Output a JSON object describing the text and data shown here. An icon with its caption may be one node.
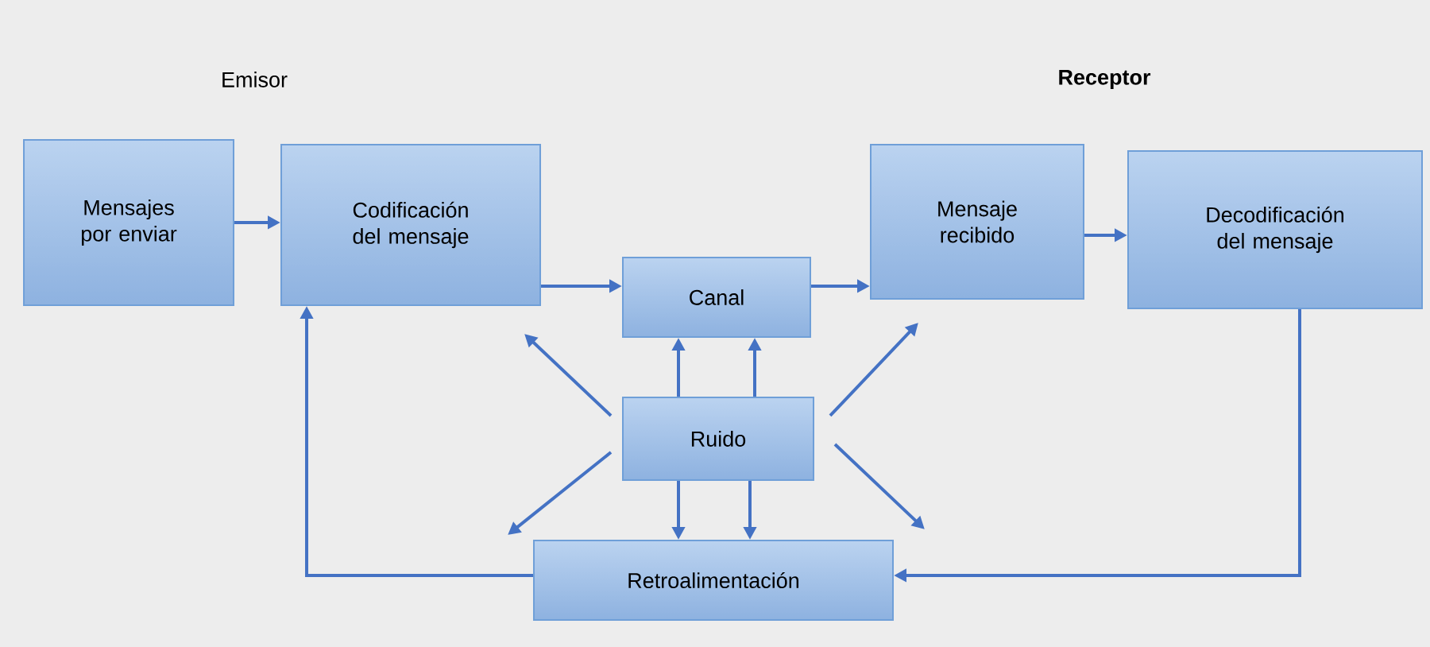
{
  "diagram": {
    "nodes": [
      {
        "text": [
          "Mensajes por enviar"
        ]
      },
      {
        "text": [
          "Codificación del mensaje"
        ]
      },
      {
        "text": [
          "Canal"
        ]
      },
      {
        "text": [
          "Mensaje recibido"
        ]
      },
      {
        "text": [
          "Decodificación del mensaje"
        ]
      },
      {
        "text": [
          "Ruido"
        ]
      },
      {
        "text": [
          "Retroalimentación"
        ]
      }
    ],
    "edges": [
      {
        "from": 0,
        "to": 1,
        "arrow": "to"
      },
      {
        "from": 1,
        "to": 2,
        "arrow": "to"
      },
      {
        "from": 2,
        "to": 3,
        "arrow": "to"
      },
      {
        "from": 3,
        "to": 4,
        "arrow": "to"
      },
      {
        "from": 4,
        "to": 6,
        "arrow": "to"
      },
      {
        "from": 6,
        "to": 1,
        "arrow": "to"
      },
      {
        "from": 5,
        "to": 2,
        "arrow": "to"
      },
      {
        "from": 5,
        "to": 2,
        "arrow": "to"
      },
      {
        "from": 5,
        "to": 6,
        "arrow": "to"
      },
      {
        "from": 5,
        "to": 6,
        "arrow": "to"
      },
      {
        "from": 5,
        "to": null,
        "arrow": "to"
      },
      {
        "from": 5,
        "to": null,
        "arrow": "to"
      },
      {
        "from": 5,
        "to": 6,
        "arrow": "to"
      },
      {
        "from": 5,
        "to": null,
        "arrow": "to"
      }
    ],
    "labels": [
      "Emisor",
      "Receptor"
    ]
  }
}
